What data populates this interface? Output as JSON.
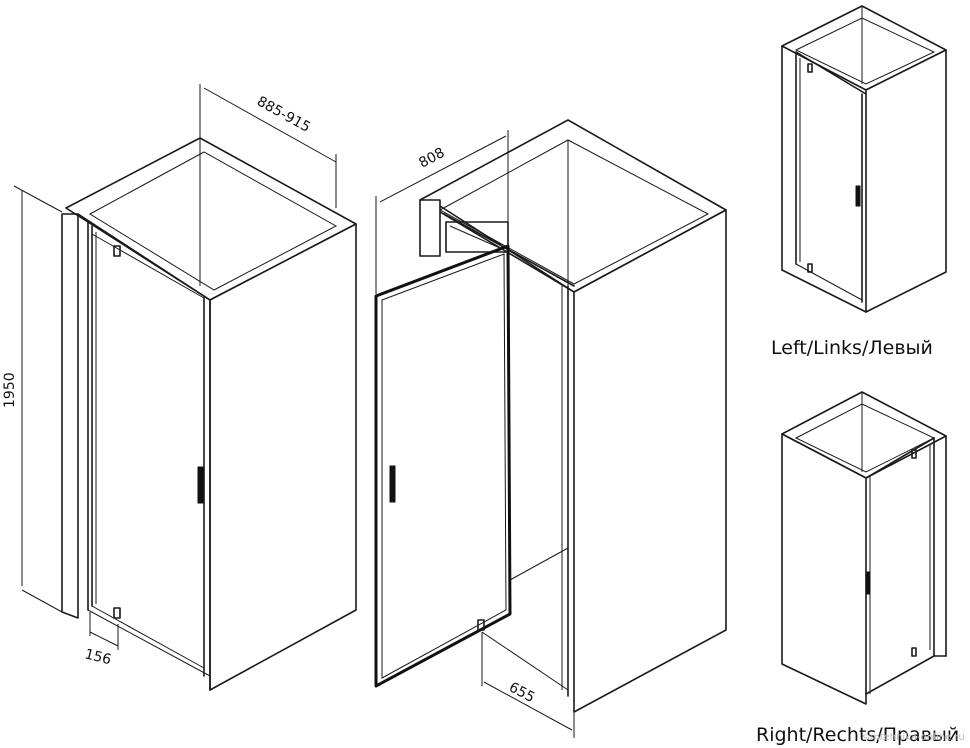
{
  "dimensions": {
    "top_width": "885-915",
    "height": "1950",
    "door_width": "808",
    "fixed_offset": "156",
    "opening_width": "655"
  },
  "captions": {
    "left_variant": "Left/Links/Левый",
    "right_variant": "Right/Rechts/Правый"
  },
  "watermark": "santehnika-online.ru"
}
